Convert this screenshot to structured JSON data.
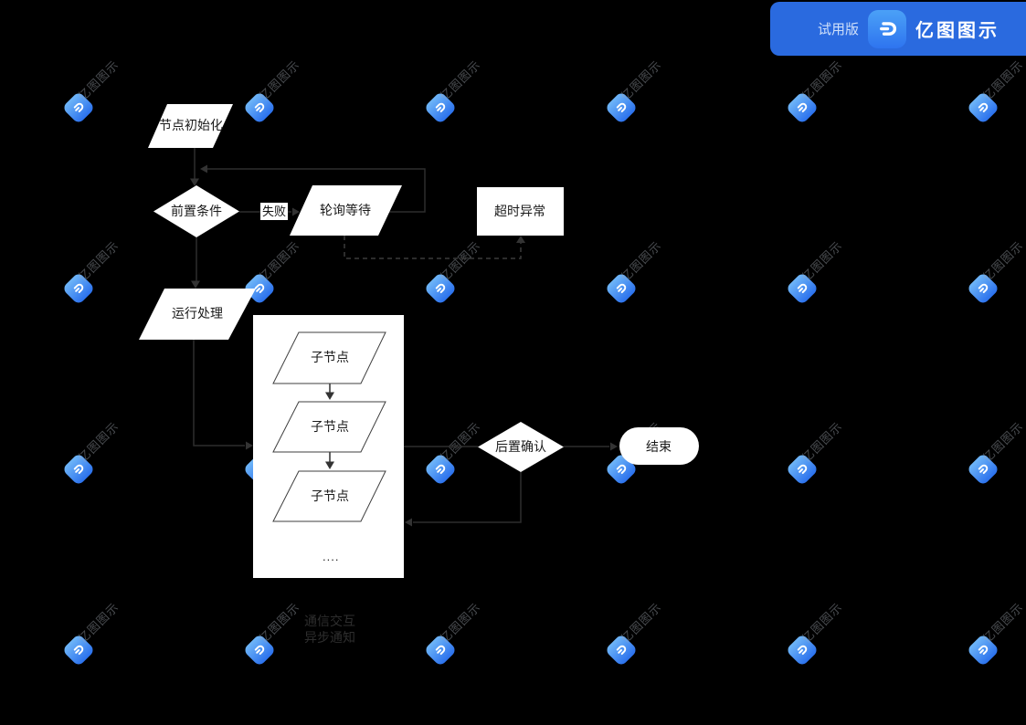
{
  "banner": {
    "trial_label": "试用版",
    "app_name": "亿图图示"
  },
  "flowchart": {
    "nodes": {
      "node_init": {
        "label": "节点初始化",
        "type": "parallelogram"
      },
      "pre_check": {
        "label": "前置条件",
        "type": "diamond"
      },
      "poll_wait": {
        "label": "轮询等待",
        "type": "parallelogram"
      },
      "timeout": {
        "label": "超时异常",
        "type": "rectangle"
      },
      "run_process": {
        "label": "运行处理",
        "type": "parallelogram"
      },
      "child1": {
        "label": "子节点",
        "type": "parallelogram"
      },
      "child2": {
        "label": "子节点",
        "type": "parallelogram"
      },
      "child3": {
        "label": "子节点",
        "type": "parallelogram"
      },
      "ellipsis": {
        "label": "....",
        "type": "text"
      },
      "post_check": {
        "label": "后置确认",
        "type": "diamond"
      },
      "end": {
        "label": "结束",
        "type": "terminator"
      }
    },
    "edge_labels": {
      "fail": "失败"
    },
    "legend": {
      "line1": "通信交互",
      "line2": "异步通知"
    }
  },
  "watermark": {
    "text": "亿图图示",
    "cols": [
      86,
      284,
      482,
      680,
      878,
      1076
    ],
    "rows": [
      118,
      316,
      514,
      712
    ]
  },
  "colors": {
    "background": "#000000",
    "banner_blue": "#2a6adf",
    "shape_fill": "#ffffff",
    "connector": "#2d2d2d",
    "child_border": "#3f3f3f",
    "watermark_text": "rgba(160,166,176,0.45)"
  }
}
